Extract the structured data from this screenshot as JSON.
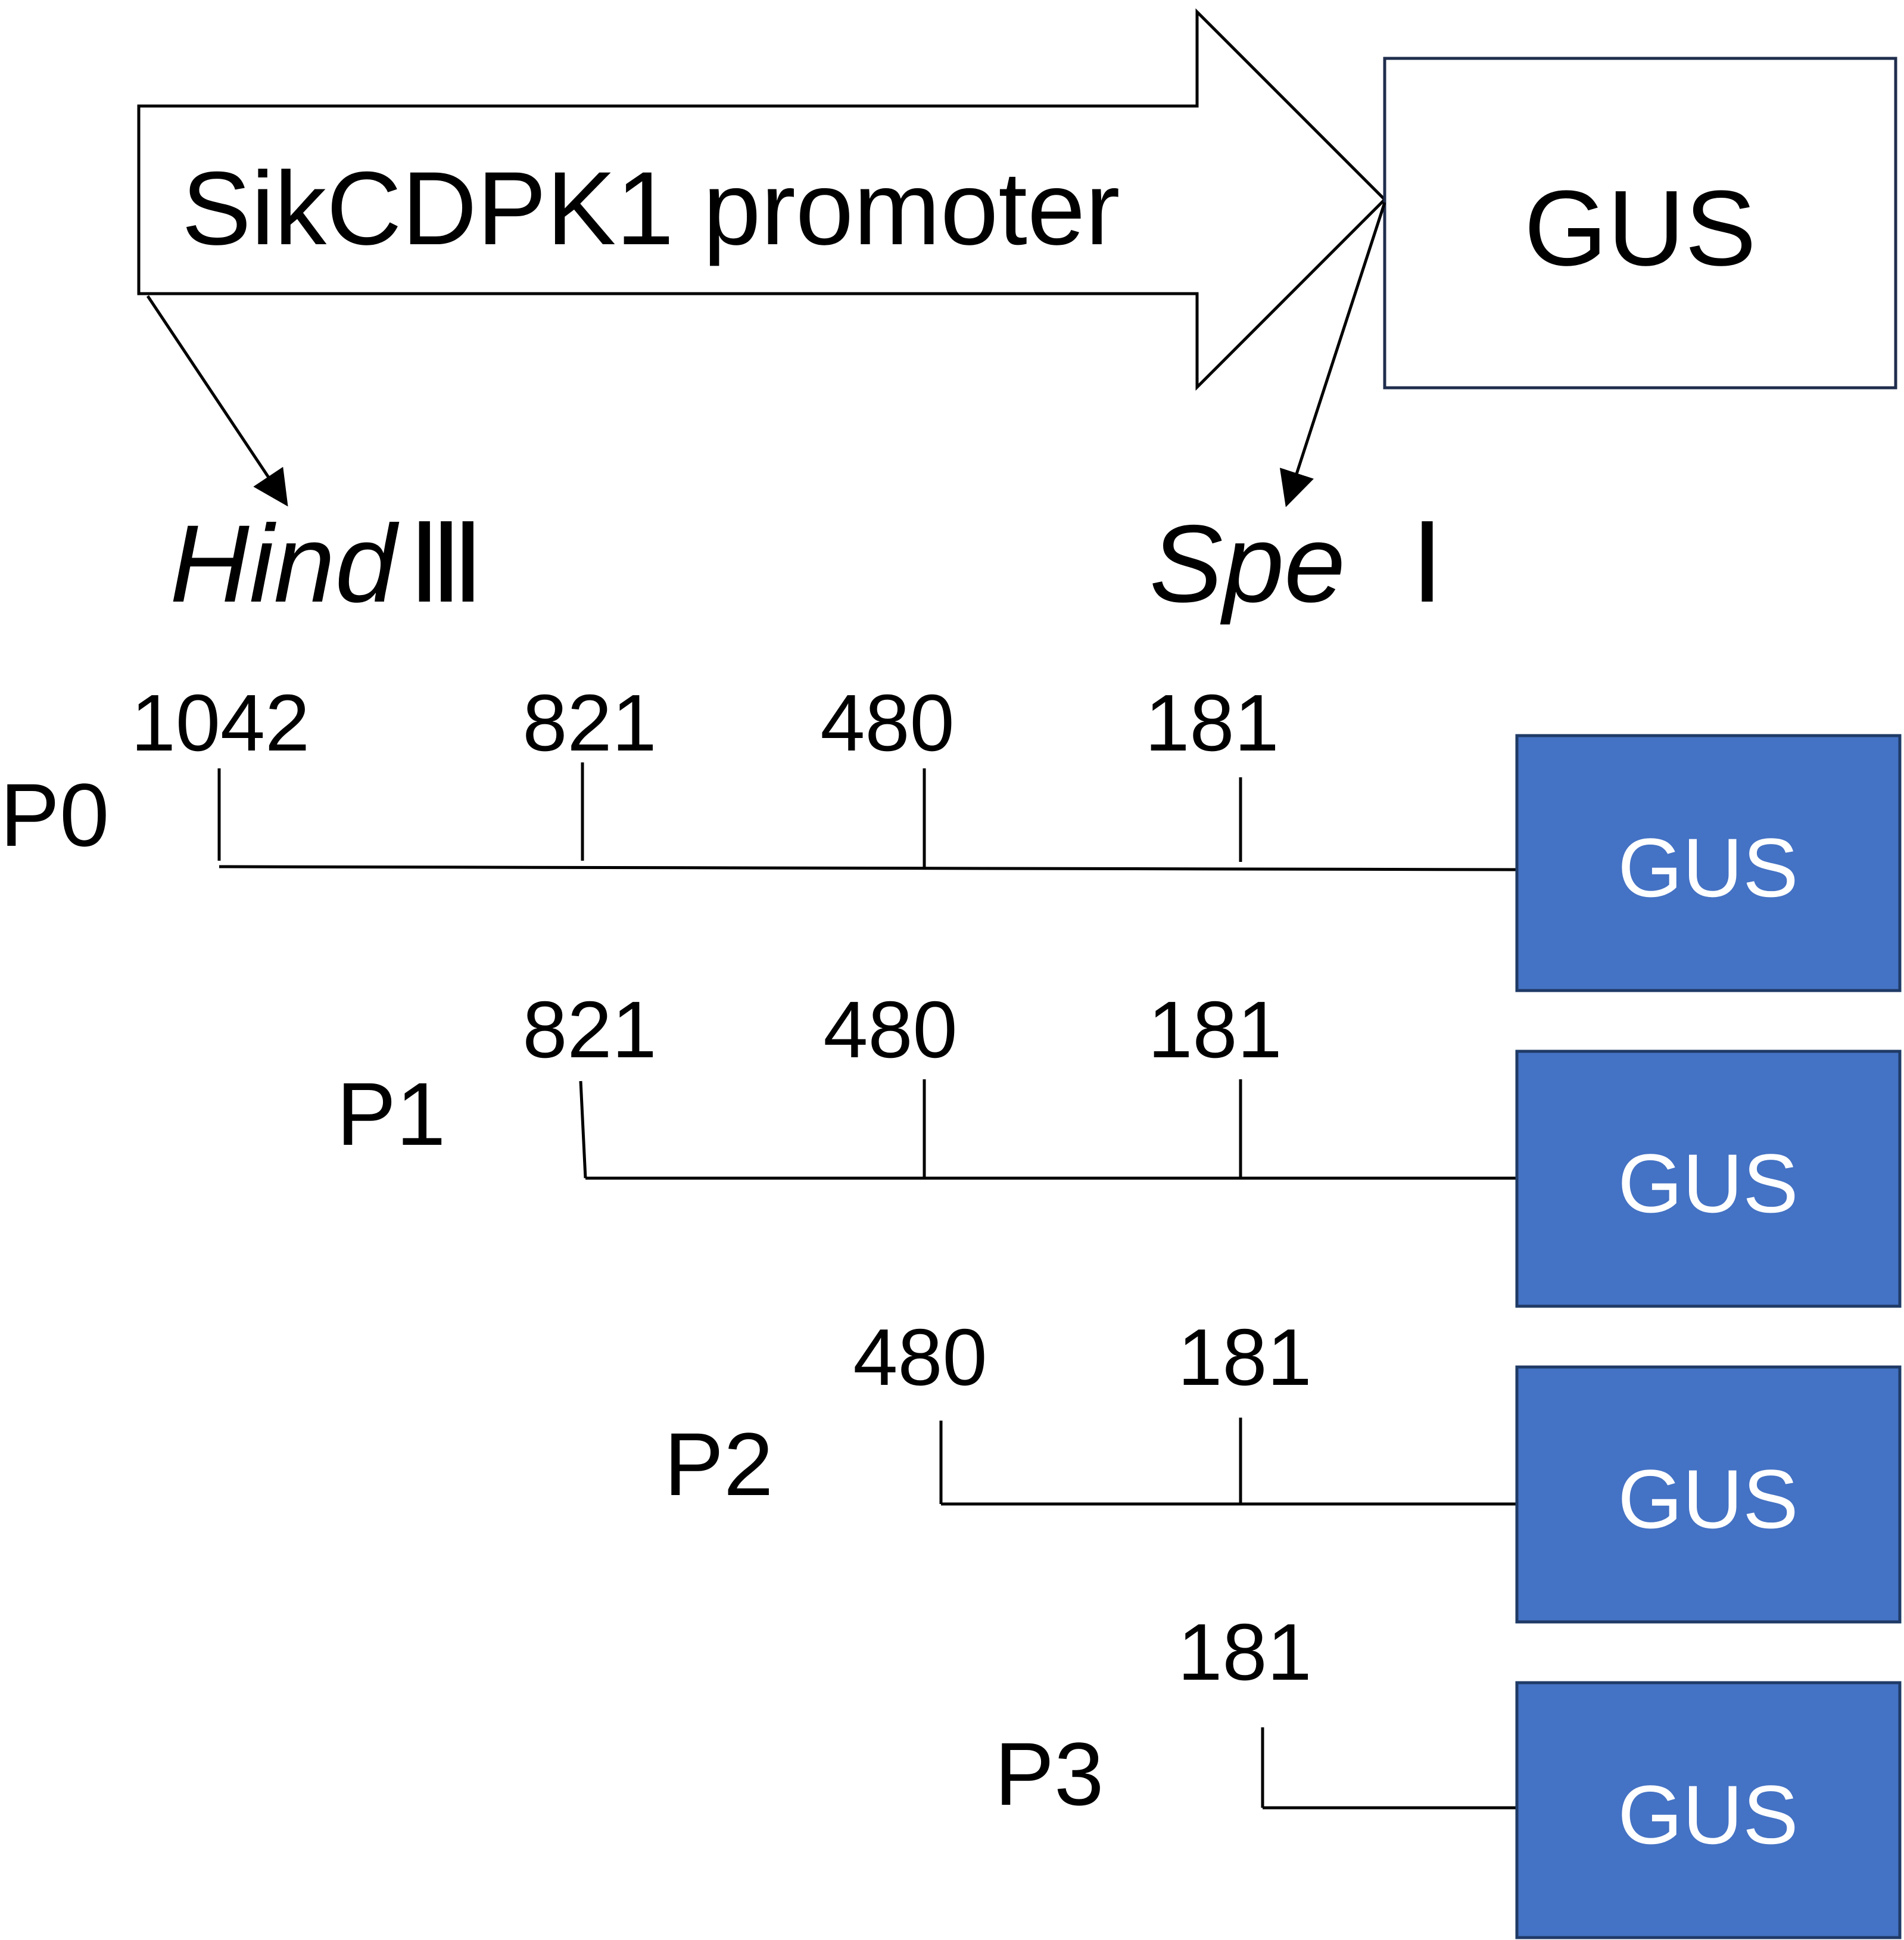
{
  "construct": {
    "promoter_label": "SikCDPK1 promoter",
    "reporter_label": "GUS",
    "site_left": {
      "name": "Hind",
      "roman": "Ⅲ"
    },
    "site_right": {
      "name": "Spe",
      "roman": "Ⅰ"
    }
  },
  "deletions": [
    {
      "name": "P0",
      "positions": [
        "1042",
        "821",
        "480",
        "181"
      ],
      "reporter": "GUS"
    },
    {
      "name": "P1",
      "positions": [
        "821",
        "480",
        "181"
      ],
      "reporter": "GUS"
    },
    {
      "name": "P2",
      "positions": [
        "480",
        "181"
      ],
      "reporter": "GUS"
    },
    {
      "name": "P3",
      "positions": [
        "181"
      ],
      "reporter": "GUS"
    }
  ],
  "colors": {
    "reporter_fill": "#4472C4",
    "reporter_stroke": "#1f3a66",
    "outline": "#000000",
    "gus_top_border": "#1f2d4d"
  }
}
